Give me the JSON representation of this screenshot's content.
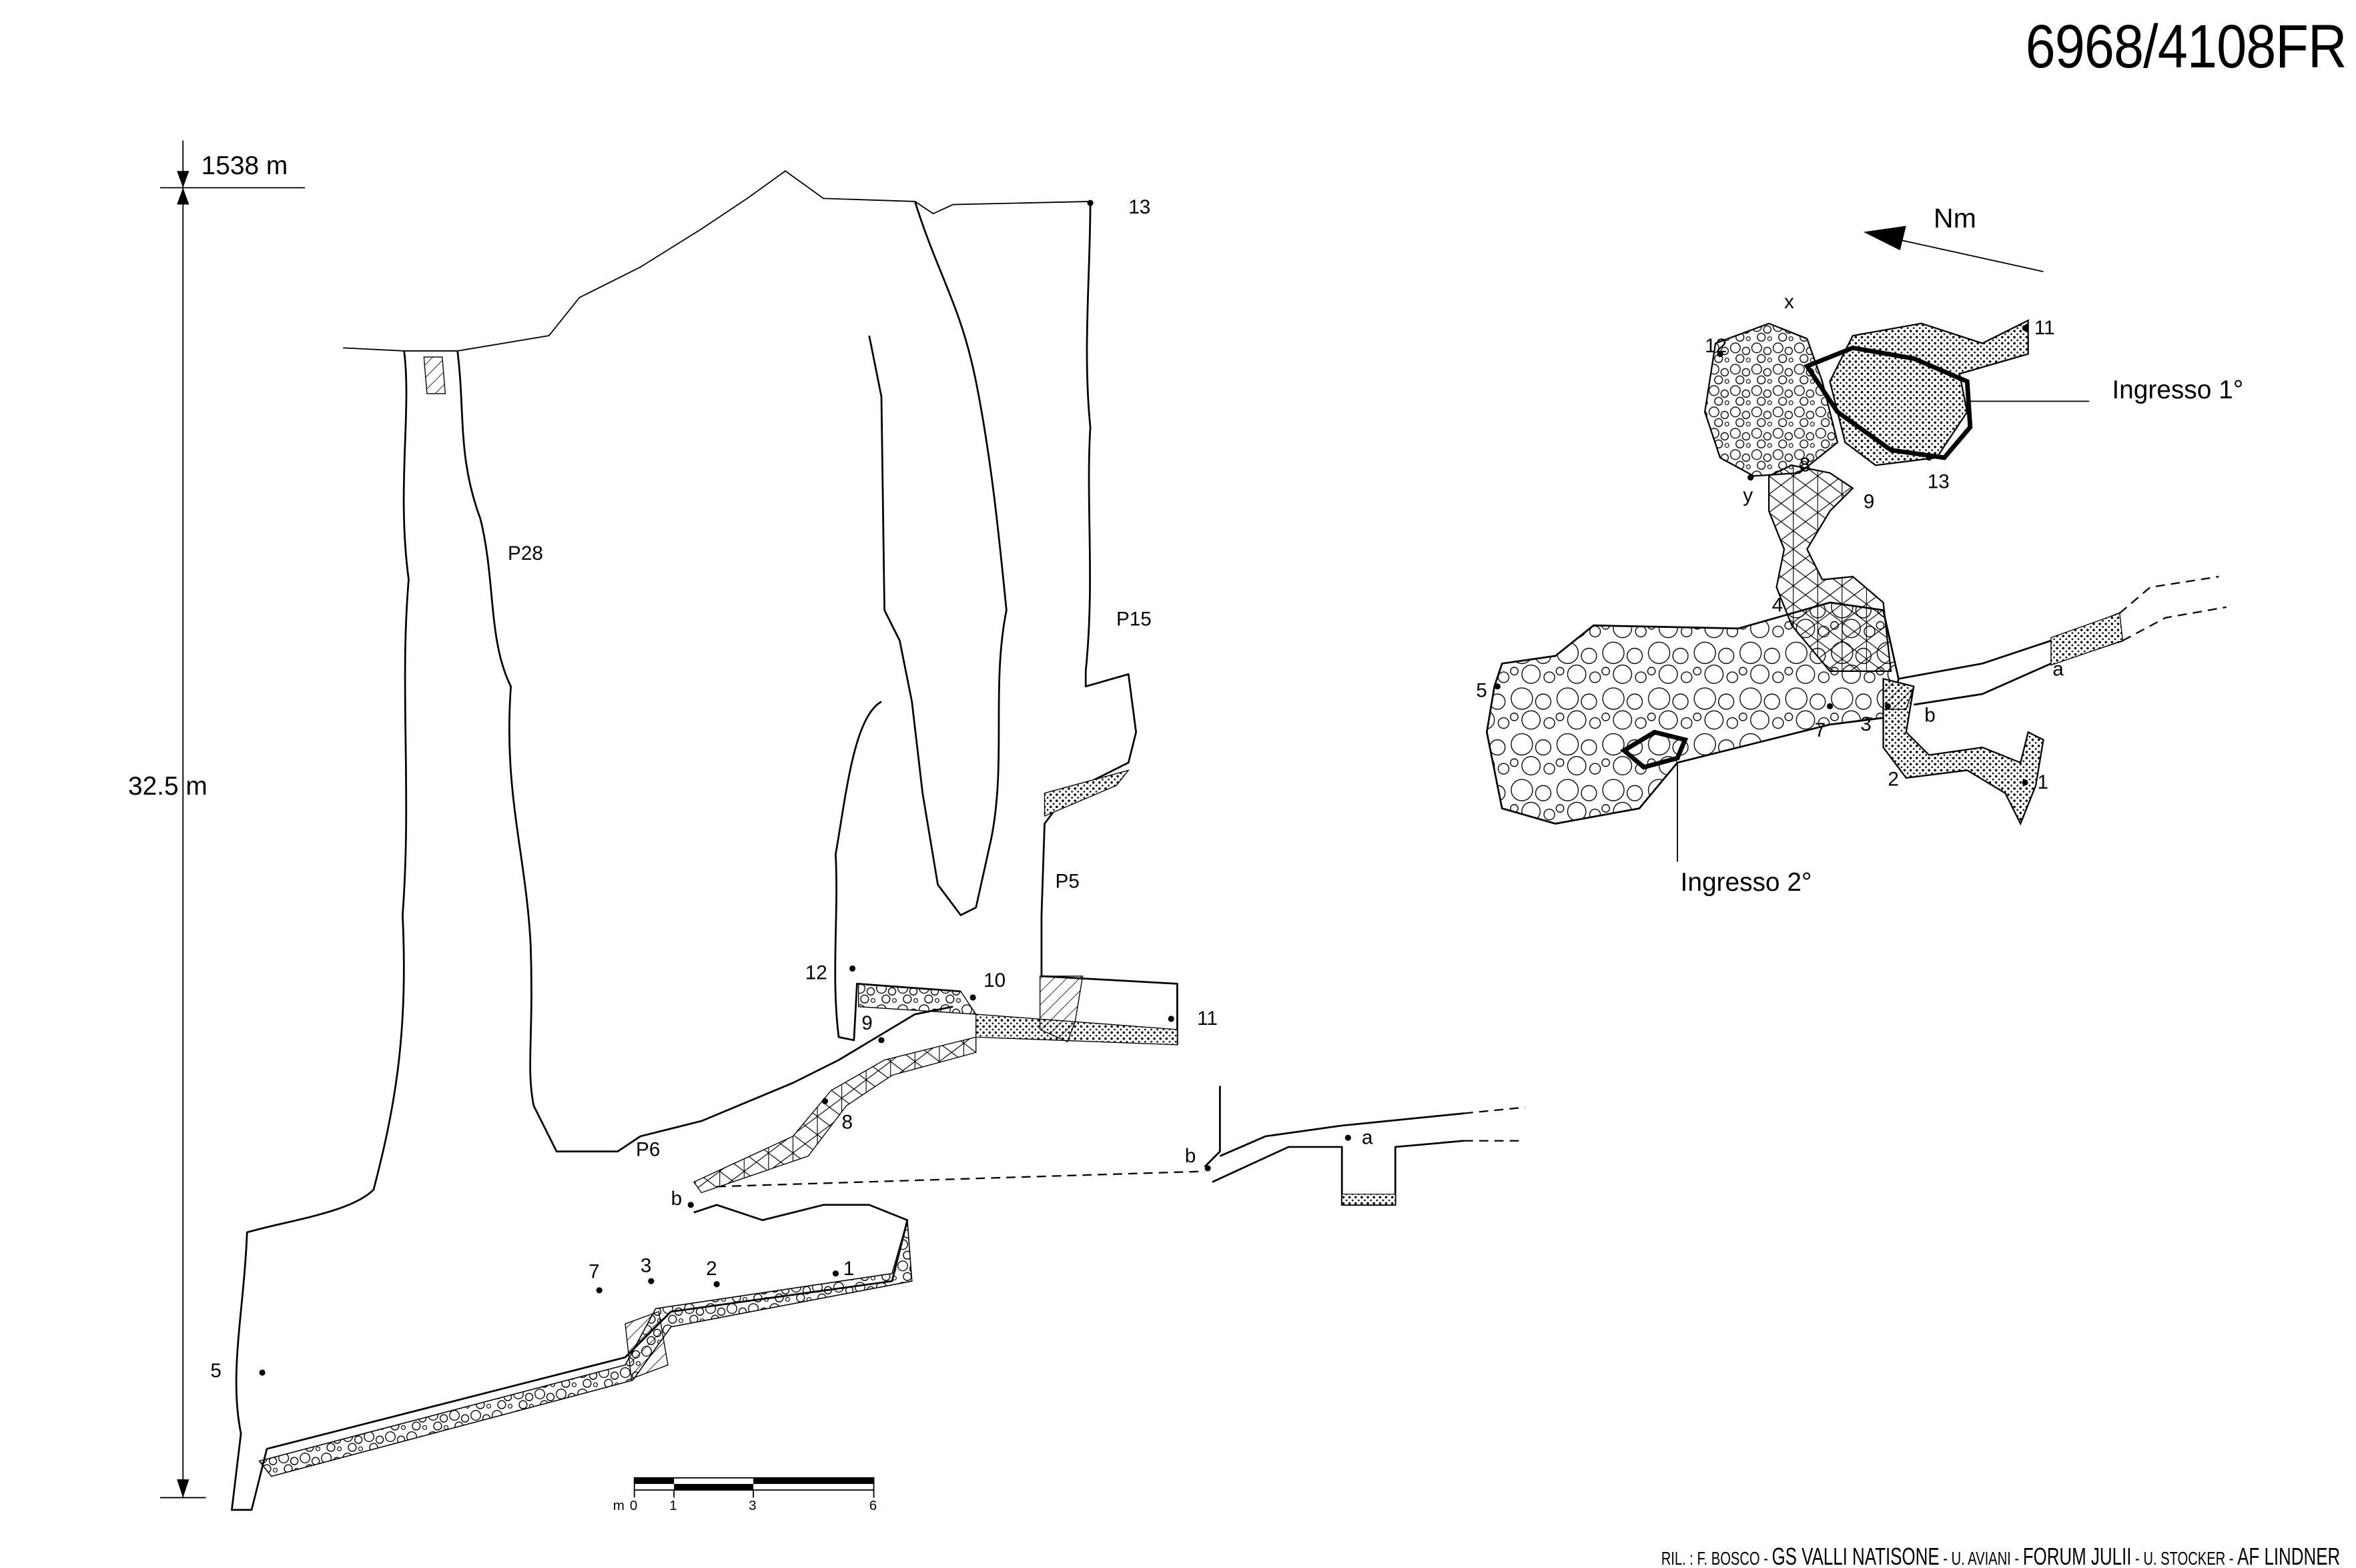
{
  "title": "6968/4108FR",
  "credits": {
    "prefix": "RIL. : F. BOSCO - ",
    "group1": "GS VALLI NATISONE",
    "sep1": " - U. AVIANI - ",
    "group2": "FORUM JULII",
    "sep2": " - U. STOCKER - ",
    "group3": "AF LINDNER"
  },
  "section": {
    "elevation": "1538 m",
    "depth": "32.5 m",
    "shafts": [
      "P28",
      "P15",
      "P5",
      "P6"
    ],
    "stations": {
      "s13": "13",
      "s12": "12",
      "s10": "10",
      "s9": "9",
      "s11": "11",
      "s8": "8",
      "s7": "7",
      "s3": "3",
      "s2": "2",
      "s1": "1",
      "s5": "5",
      "b1": "b",
      "b2": "b",
      "a": "a"
    }
  },
  "scale_bar": {
    "unit": "m",
    "ticks": [
      "0",
      "1",
      "3",
      "6"
    ]
  },
  "plan": {
    "north": "Nm",
    "entrance1": "Ingresso 1°",
    "entrance2": "Ingresso 2°",
    "stations": {
      "x": "x",
      "s12": "12",
      "s11": "11",
      "s8": "8",
      "y": "y",
      "s9": "9",
      "s13": "13",
      "s4": "4",
      "s5": "5",
      "s7": "7",
      "s3": "3",
      "b": "b",
      "a": "a",
      "s2": "2",
      "s1": "1"
    }
  }
}
